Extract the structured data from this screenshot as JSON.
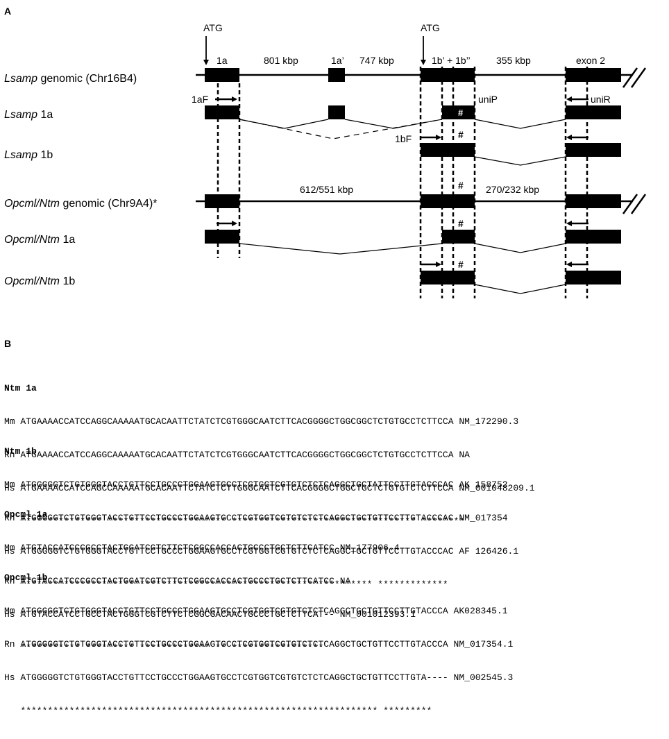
{
  "panel_a_label": "A",
  "panel_b_label": "B",
  "annotations": {
    "atg_left": "ATG",
    "atg_right": "ATG",
    "exon_1a": "1a",
    "gap_801": "801 kbp",
    "exon_1a_prime": "1a’",
    "gap_747": "747 kbp",
    "exon_1b": "1b’ + 1b’’",
    "gap_355": "355 kbp",
    "exon_2": "exon 2",
    "gap_612": "612/551 kbp",
    "gap_270": "270/232 kbp",
    "primer_1aF": "1aF",
    "primer_uniP": "uniP",
    "primer_uniR": "uniR",
    "primer_1bF": "1bF",
    "hash": "#"
  },
  "rows": {
    "lsamp_genomic_italic": "Lsamp",
    "lsamp_genomic_rest": " genomic (Chr16B4)",
    "lsamp_1a_italic": "Lsamp",
    "lsamp_1a_rest": " 1a",
    "lsamp_1b_italic": "Lsamp",
    "lsamp_1b_rest": " 1b",
    "opcml_genomic_italic": "Opcml/Ntm",
    "opcml_genomic_rest": " genomic (Chr9A4)*",
    "opcml_1a_italic": "Opcml/Ntm",
    "opcml_1a_rest": " 1a",
    "opcml_1b_italic": "Opcml/Ntm",
    "opcml_1b_rest": " 1b"
  },
  "alignments": [
    {
      "title": "Ntm 1a",
      "lines": [
        {
          "species": "Mm",
          "seq": "ATGAAAACCATCCAGGCAAAAATGCACAATTCTATCTCGTGGGCAATCTTCACGGGGCTGGCGGCTCTGTGCCTCTTCCA",
          "acc": "NM_172290.3"
        },
        {
          "species": "Rn",
          "seq": "ATGAAAACCATCCAGGCAAAAATGCACAATTCTATCTCGTGGGCAATCTTCACGGGGCTGGCGGCTCTGTGCCTCTTCCA",
          "acc": "NA"
        },
        {
          "species": "Hs",
          "seq": "ATGAAAACCATCCAGCCAAAAATGCACAATTCTATCTCTTGGGCAATCTTCACGGGGCTGGCTGCTCTGTGTCTCTTCCA",
          "acc": "NM_001048209.1"
        }
      ],
      "stars": "   *************** ********************** ********************************** ********"
    },
    {
      "title": "Ntm 1b",
      "lines": [
        {
          "species": "Mm",
          "seq": "ATGGGGGTCTGTGGGTACCTGTTCCTGCCCTGGAAGTGCCTCGTGGTCGTGTCTCTCAGGCTGCTATTCCTTGTACCCAC",
          "acc": "AK 158752"
        },
        {
          "species": "Rn",
          "seq": "ATGGGGGTCTGTGGGTACCTGTTCCTGCCCTGGAAGTGCCTCGTGGTCGTGTCTCTCAGGCTGCTGTTCCTTGTACCCAC",
          "acc": "NM_017354"
        },
        {
          "species": "Hs",
          "seq": "ATGGGGGTCTGTGGGTACCTGTTCCTGCCCTGGAAGTGCCTCGTGGTCGTGTCTCTCAGGCTGCTGTTCCTTGTACCCAC",
          "acc": "AF 126426.1"
        }
      ],
      "stars": "   ***************************************************************** *************"
    },
    {
      "title": "Opcml 1a",
      "lines": [
        {
          "species": "Mm",
          "seq": "ATGTACCATCCCGCCTACTGGATCGTCTTCTCGGCCACCACTGCCCTGCTCTTCATCC",
          "acc": "NM_177906.4"
        },
        {
          "species": "Rn",
          "seq": "ATGTACCATCCCGCCTACTGGATCGTCTTCTCGGCCACCACTGCCCTGCTCTTCATCC",
          "acc": "NA"
        },
        {
          "species": "Hs",
          "seq": "ATGTACCATCCTGCCTACTGGGTCGTCTTCTCGGCGACAACTGCCCTGCTCTTCAT--",
          "acc": "NM_001012393.1"
        }
      ],
      "stars": "   *********** ********* ************* ** *****************"
    },
    {
      "title": "Opcml 1b",
      "lines": [
        {
          "species": "Mm",
          "seq": "ATGGGGGTCTGTGGGTACCTGTTCCTGCCCTGGAAGTGCCTCGTGGTCGTGTCTCTCAGGCTGCTGTTCCTTGTACCCA",
          "acc": "AK028345.1"
        },
        {
          "species": "Rn",
          "seq": "ATGGGGGTCTGTGGGTACCTGTTCCTGCCCTGGAAGTGCCTCGTGGTCGTGTCTCTCAGGCTGCTGTTCCTTGTACCCA",
          "acc": "NM_017354.1"
        },
        {
          "species": "Hs",
          "seq": "ATGGGGGTCTGTGGGTACCTGTTCCTGCCCTGGAAGTGCCTCGTGGTCGTGTCTCTCAGGCTGCTGTTCCTTGTA----",
          "acc": "NM_002545.3"
        }
      ],
      "stars": "   ****************************************************************** *********"
    }
  ]
}
